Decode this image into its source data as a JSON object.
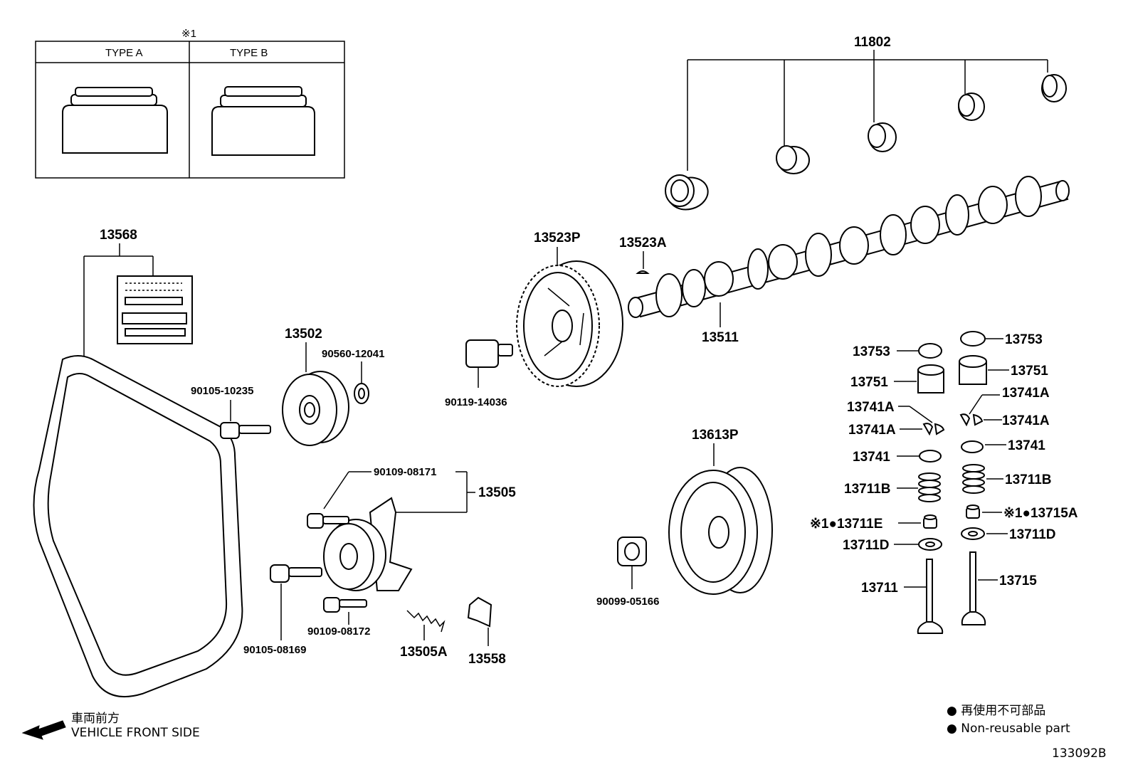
{
  "inset": {
    "ref_mark": "※1",
    "type_a": "TYPE A",
    "type_b": "TYPE B"
  },
  "labels": {
    "p11802": "11802",
    "p13568": "13568",
    "p13523p": "13523P",
    "p13523a": "13523A",
    "p13511": "13511",
    "p13502": "13502",
    "p90560_12041": "90560-12041",
    "p90105_10235": "90105-10235",
    "p90119_14036": "90119-14036",
    "p90109_08171": "90109-08171",
    "p13505": "13505",
    "p90109_08172": "90109-08172",
    "p90105_08169": "90105-08169",
    "p13505a": "13505A",
    "p13558": "13558",
    "p13613p": "13613P",
    "p90099_05166": "90099-05166",
    "l13753": "13753",
    "r13753": "13753",
    "l13751": "13751",
    "r13751": "13751",
    "l13741a_1": "13741A",
    "l13741a_2": "13741A",
    "r13741a_1": "13741A",
    "r13741a_2": "13741A",
    "l13741": "13741",
    "r13741": "13741",
    "l13711b": "13711B",
    "r13711b": "13711B",
    "l13711e": "※1●13711E",
    "r13715a": "※1●13715A",
    "l13711d": "13711D",
    "r13711d": "13711D",
    "l13711": "13711",
    "r13715": "13715"
  },
  "front": {
    "jp": "車両前方",
    "en": "VEHICLE FRONT SIDE"
  },
  "legend": {
    "jp": "● 再使用不可部品",
    "en": "● Non-reusable part"
  },
  "diagram_id": "133092B"
}
